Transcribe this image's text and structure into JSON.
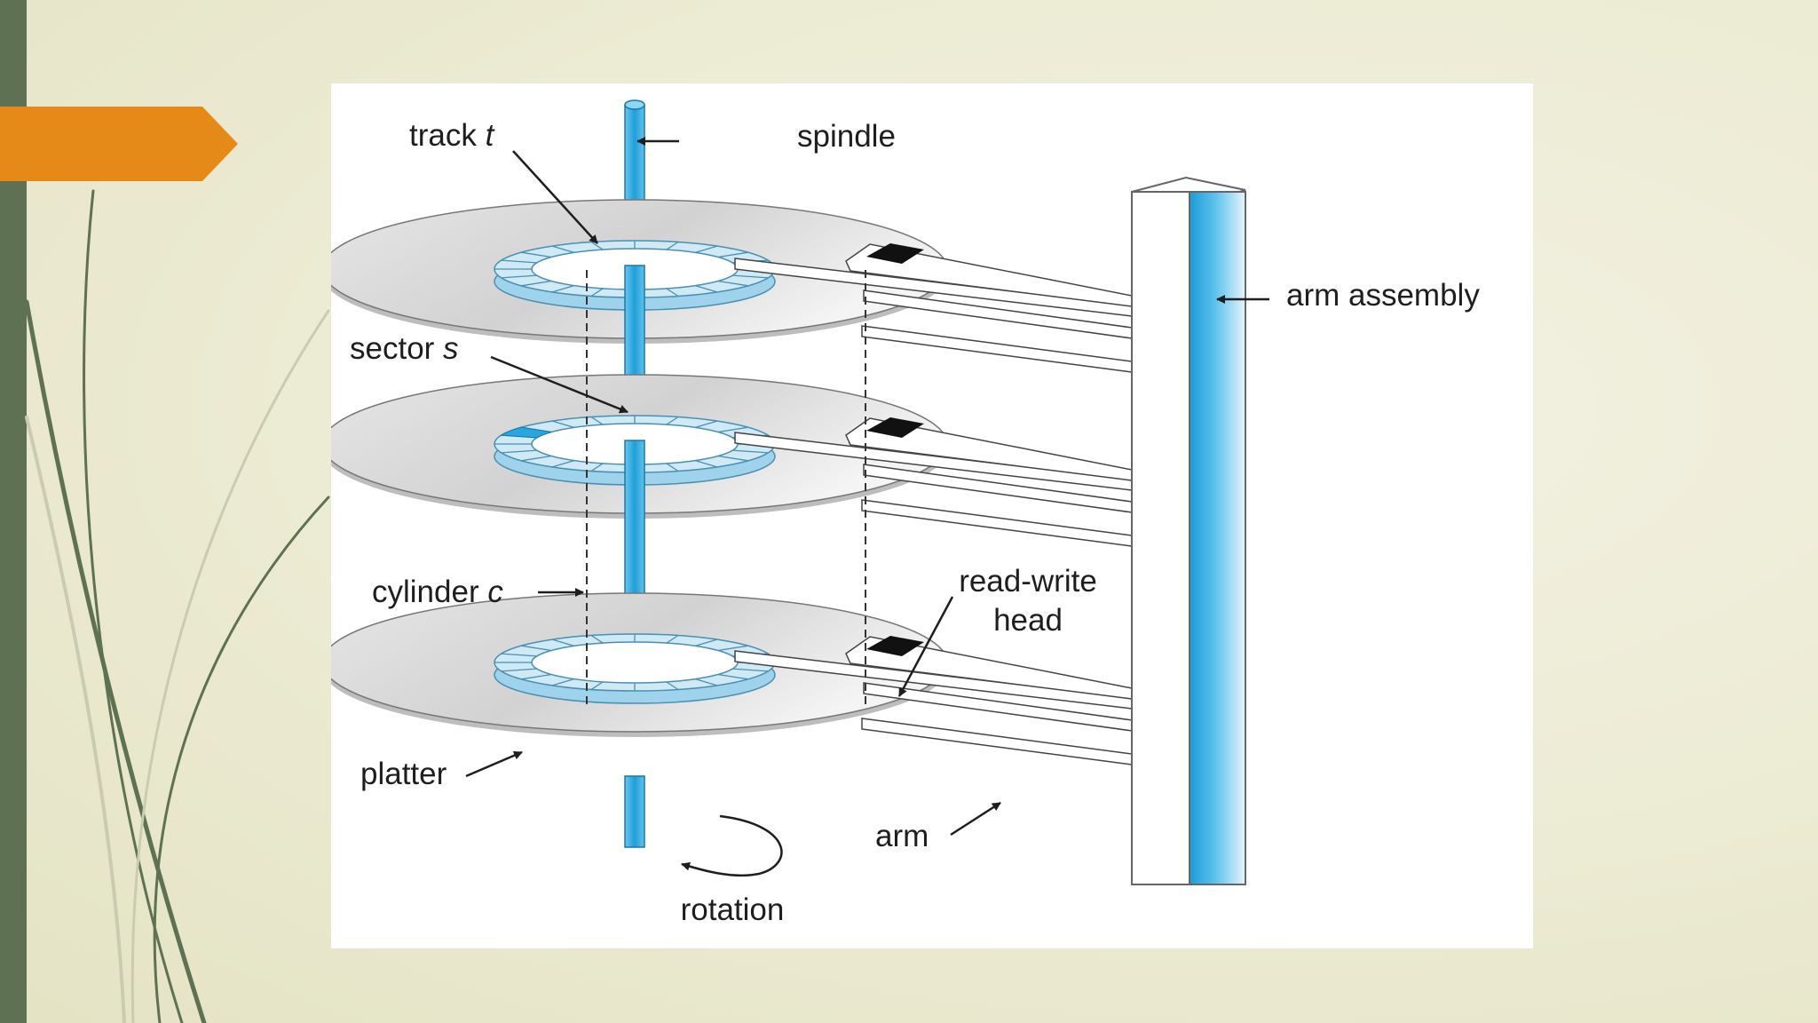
{
  "colors": {
    "background": "#ecebd3",
    "left_bar": "#5e7152",
    "accent_tab": "#e58a19",
    "spindle": "#2aa6de",
    "track_ring": "#cfe9f5",
    "sector_highlight": "#2aa6de",
    "platter": "#dedede",
    "head": "#111111"
  },
  "diagram": {
    "labels": {
      "track": "track",
      "track_var": "t",
      "spindle": "spindle",
      "arm_assembly": "arm assembly",
      "sector": "sector",
      "sector_var": "s",
      "cylinder": "cylinder",
      "cylinder_var": "c",
      "read_write_head_line1": "read-write",
      "read_write_head_line2": "head",
      "platter": "platter",
      "arm": "arm",
      "rotation": "rotation"
    },
    "platter_count": 3,
    "sectors_per_track": 20
  }
}
